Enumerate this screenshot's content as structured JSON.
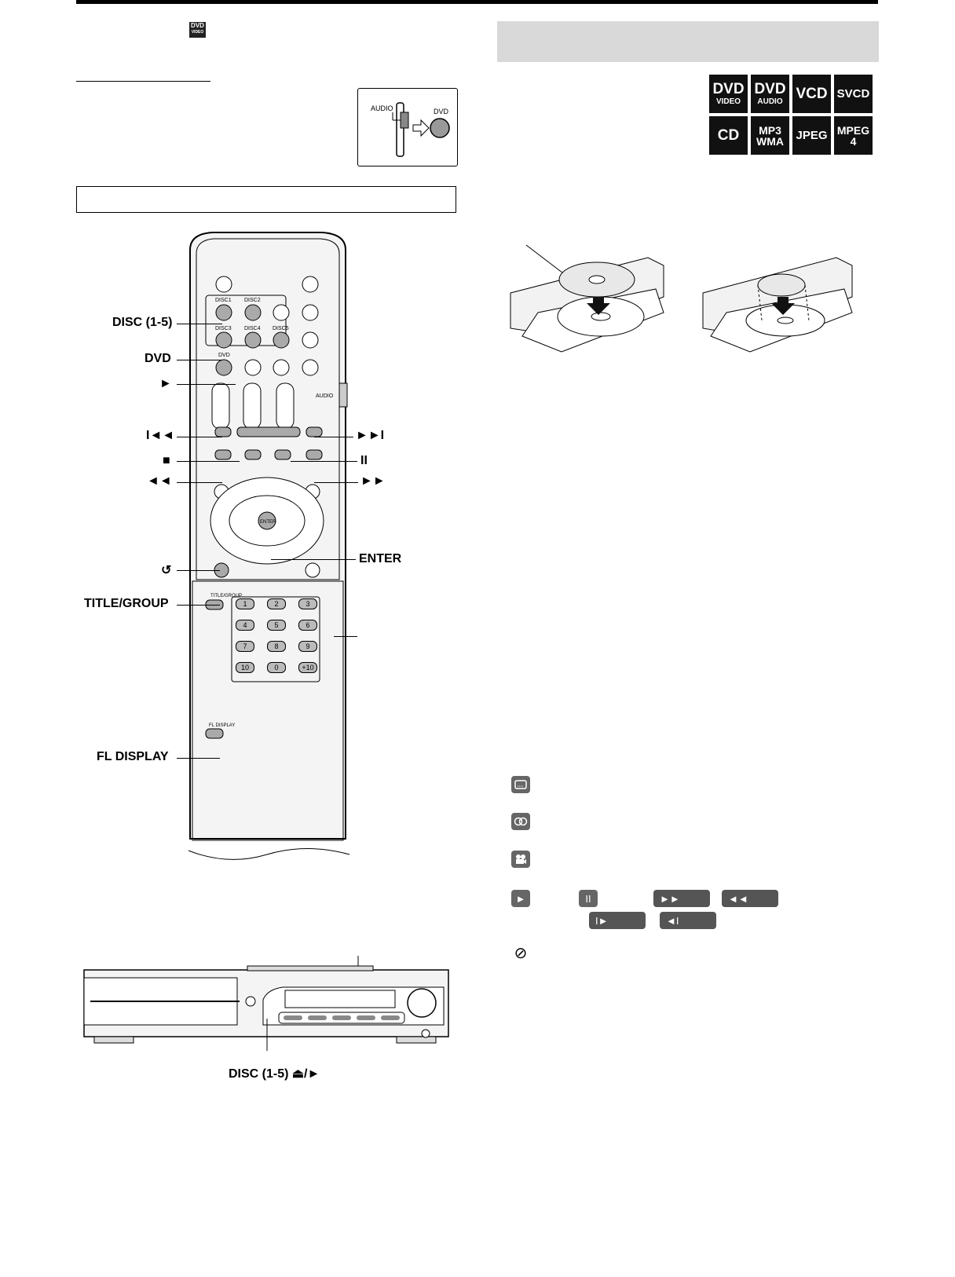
{
  "header": {
    "dvd_badge_main": "DVD",
    "dvd_badge_sub": "VIDEO"
  },
  "audio_switch": {
    "audio_label": "AUDIO",
    "dvd_label": "DVD"
  },
  "format_badges": [
    {
      "main": "DVD",
      "sub": "VIDEO"
    },
    {
      "main": "DVD",
      "sub": "AUDIO"
    },
    {
      "main": "VCD",
      "sub": ""
    },
    {
      "main": "SVCD",
      "sub": ""
    },
    {
      "main": "CD",
      "sub": ""
    },
    {
      "main": "MP3",
      "sub": "WMA"
    },
    {
      "main": "JPEG",
      "sub": ""
    },
    {
      "main": "MPEG",
      "sub": "4"
    }
  ],
  "remote": {
    "disc_buttons": [
      "DISC1",
      "DISC2",
      "DISC3",
      "DISC4",
      "DISC5"
    ],
    "dvd_button": "DVD",
    "audio_label": "AUDIO",
    "enter_button": "ENTER",
    "title_group_button": "TITLE/GROUP",
    "fl_display_button": "FL DISPLAY",
    "number_keys": [
      "1",
      "2",
      "3",
      "4",
      "5",
      "6",
      "7",
      "8",
      "9",
      "10",
      "0",
      "+10"
    ]
  },
  "callouts": {
    "disc_1_5": "DISC (1-5)",
    "dvd": "DVD",
    "play": "►",
    "prev": "I◄◄",
    "next": "►►I",
    "stop": "■",
    "pause": "II",
    "rewind": "◄◄",
    "fast_forward": "►►",
    "enter": "ENTER",
    "return": "↺",
    "title_group": "TITLE/GROUP",
    "fl_display": "FL DISPLAY",
    "disc_eject_play": "DISC (1-5) ⏏/►"
  },
  "status_icons": {
    "subtitle": "subtitle-icon",
    "audio": "audio-icon",
    "angle": "angle-icon",
    "play": "►",
    "pause": "II",
    "ffwd": "►►",
    "rew": "◄◄",
    "slow_fwd": "I►",
    "slow_rev": "◄I",
    "prohibited": "⊘"
  }
}
